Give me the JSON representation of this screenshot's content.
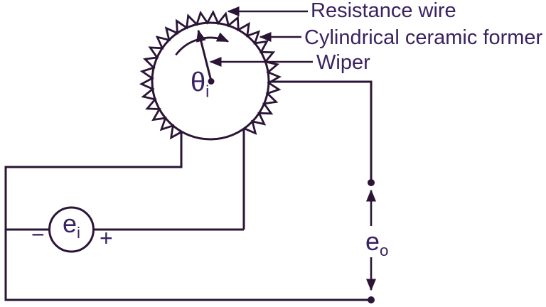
{
  "callouts": {
    "resistance_wire": "Resistance wire",
    "cylindrical_ceramic_former": "Cylindrical ceramic former",
    "wiper": "Wiper"
  },
  "quantities": {
    "input_angle": {
      "base": "θ",
      "sub": "i"
    },
    "input_voltage": {
      "base": "e",
      "sub": "i"
    },
    "output_voltage": {
      "base": "e",
      "sub": "o"
    }
  },
  "polarity": {
    "minus": "−",
    "plus": "+"
  },
  "colors": {
    "ink": "#2b1536",
    "text": "#3a2260",
    "background": "#ffffff"
  }
}
